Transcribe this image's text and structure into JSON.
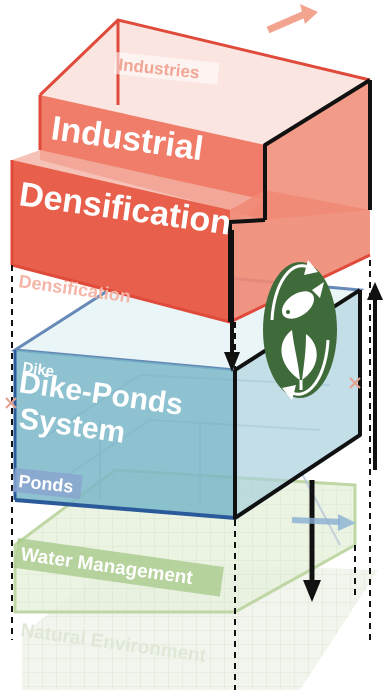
{
  "layers": {
    "industries_label": "Industries",
    "industrial_label": "Industrial",
    "densification_label": "Densification",
    "densification_faded_label": "Densification",
    "dike_ponds_label_line1": "Dike-Ponds",
    "dike_ponds_label_line2": "System",
    "dike_small_label": "Dike",
    "ponds_label": "Ponds",
    "water_management_label": "Water Management",
    "natural_environment_label": "Natural Environment"
  },
  "colors": {
    "industrial_red": "#e04a3a",
    "industrial_fill": "#f08a76",
    "dike_blue": "#2a5a9a",
    "dike_fill": "#7ab7c8",
    "water_green": "#9cbf7a",
    "cycle_green": "#3f6b3a"
  },
  "icons": [
    "arrow-up-icon",
    "arrow-down-icon",
    "fish-icon",
    "leaf-icon",
    "cycle-icon",
    "cross-marker-icon"
  ]
}
